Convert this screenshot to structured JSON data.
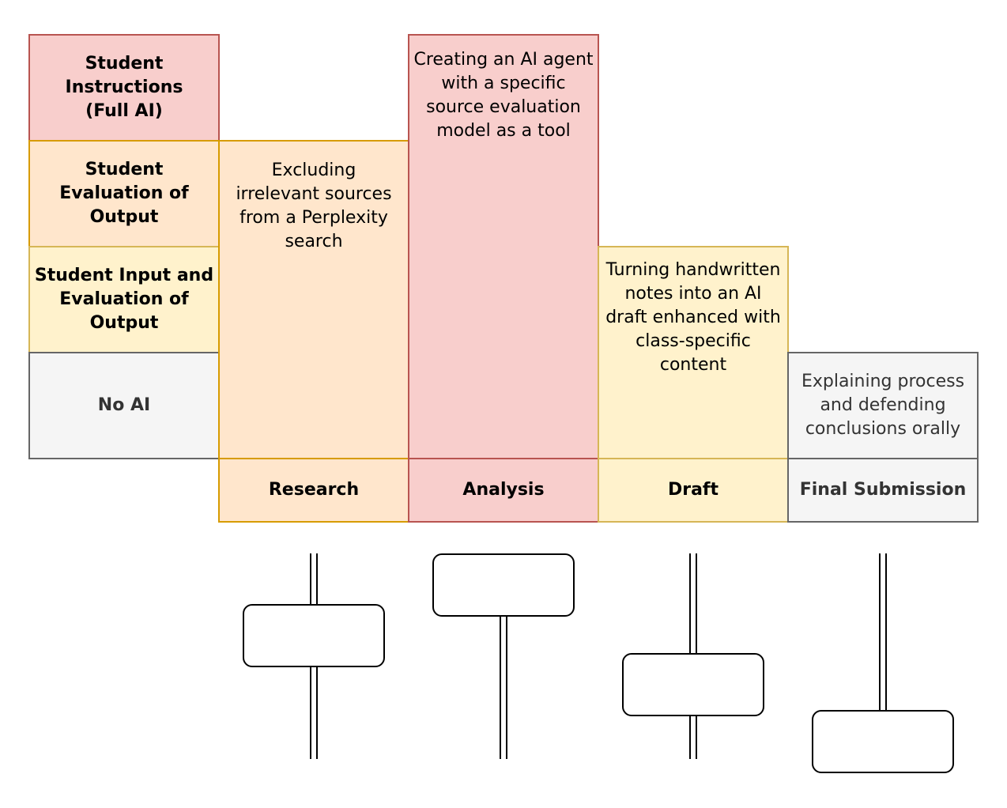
{
  "rows": {
    "full_ai": "Student Instructions (Full AI)",
    "eval_output": "Student Evaluation of Output",
    "input_eval": "Student Input and Evaluation of Output",
    "no_ai": "No AI"
  },
  "stages": {
    "research": {
      "label": "Research",
      "example": "Excluding irrelevant sources from a Perplexity search",
      "level": "Student Evaluation of Output"
    },
    "analysis": {
      "label": "Analysis",
      "example": "Creating an AI agent with a specific source evaluation model as a tool",
      "level": "Student Instructions (Full AI)"
    },
    "draft": {
      "label": "Draft",
      "example": "Turning handwritten notes into an AI draft enhanced with class-specific content",
      "level": "Student Input and Evaluation of Output"
    },
    "final": {
      "label": "Final Submission",
      "example": "Explaining process and defending conclusions orally",
      "level": "No AI"
    }
  },
  "colors": {
    "full_ai": "#f8cecc",
    "eval_output": "#ffe6cc",
    "input_eval": "#fff2cc",
    "no_ai": "#f5f5f5"
  }
}
